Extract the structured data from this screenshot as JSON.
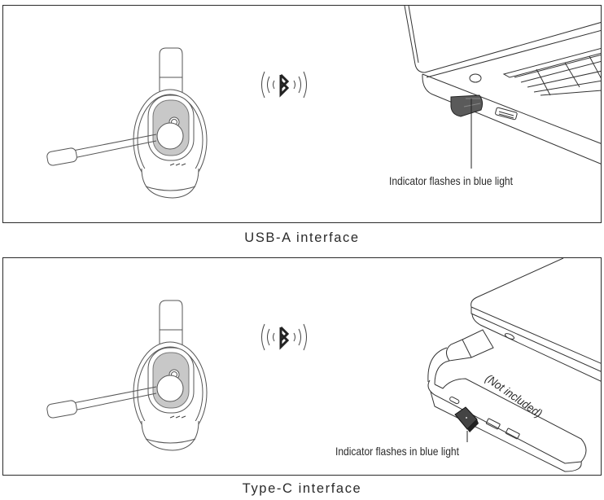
{
  "panels": [
    {
      "id": "usb-a",
      "caption": "USB-A interface",
      "callout": "Indicator flashes in blue light",
      "devices": [
        "headset-icon",
        "bluetooth-icon",
        "laptop-icon",
        "usb-a-dongle-icon"
      ]
    },
    {
      "id": "type-c",
      "caption": "Type-C interface",
      "callout": "Indicator flashes in blue light",
      "note": "(Not included)",
      "devices": [
        "headset-icon",
        "bluetooth-icon",
        "laptop-icon",
        "usb-c-hub-icon",
        "usb-dongle-icon"
      ]
    }
  ],
  "colors": {
    "line": "#2a2a2a",
    "dongle_fill": "#5a5a5a",
    "shaded": "#c8c8c8"
  }
}
